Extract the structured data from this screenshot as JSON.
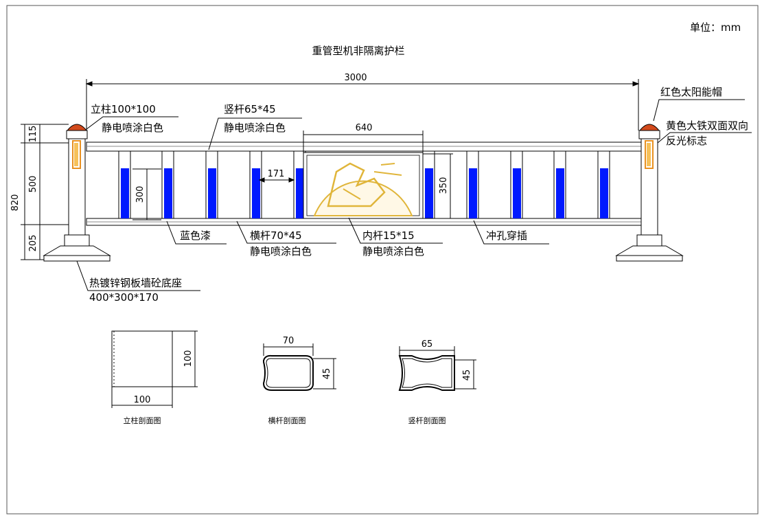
{
  "unit_label": "单位：mm",
  "title": "重管型机非隔离护栏",
  "dims": {
    "total_length": "3000",
    "panel_width": "640",
    "picket_spacing": "171",
    "picket_height": "300",
    "panel_height": "350",
    "overall_height": "820",
    "top_section": "115",
    "middle_section": "500",
    "bottom_section": "205"
  },
  "callouts": {
    "post_line1": "立柱100*100",
    "post_line2": "静电喷涂白色",
    "picket_line1": "竖杆65*45",
    "picket_line2": "静电喷涂白色",
    "cap": "红色太阳能帽",
    "reflector_line1": "黄色大铁双面双向",
    "reflector_line2": "反光标志",
    "blue_paint": "蓝色漆",
    "rail_line1": "横杆70*45",
    "rail_line2": "静电喷涂白色",
    "inner_line1": "内杆15*15",
    "inner_line2": "静电喷涂白色",
    "punch": "冲孔穿插",
    "base_line1": "热镀锌钢板墙砼底座",
    "base_line2": "400*300*170"
  },
  "sections": {
    "post": {
      "w": "100",
      "h": "100",
      "caption": "立柱剖面图"
    },
    "rail": {
      "w": "70",
      "h": "45",
      "caption": "横杆剖面图"
    },
    "picket": {
      "w": "65",
      "h": "45",
      "caption": "竖杆剖面图"
    }
  },
  "colors": {
    "blue": "#0019ff",
    "cap": "#d24a1c",
    "logo": "#e0b53a",
    "reflector": "#e89020"
  }
}
